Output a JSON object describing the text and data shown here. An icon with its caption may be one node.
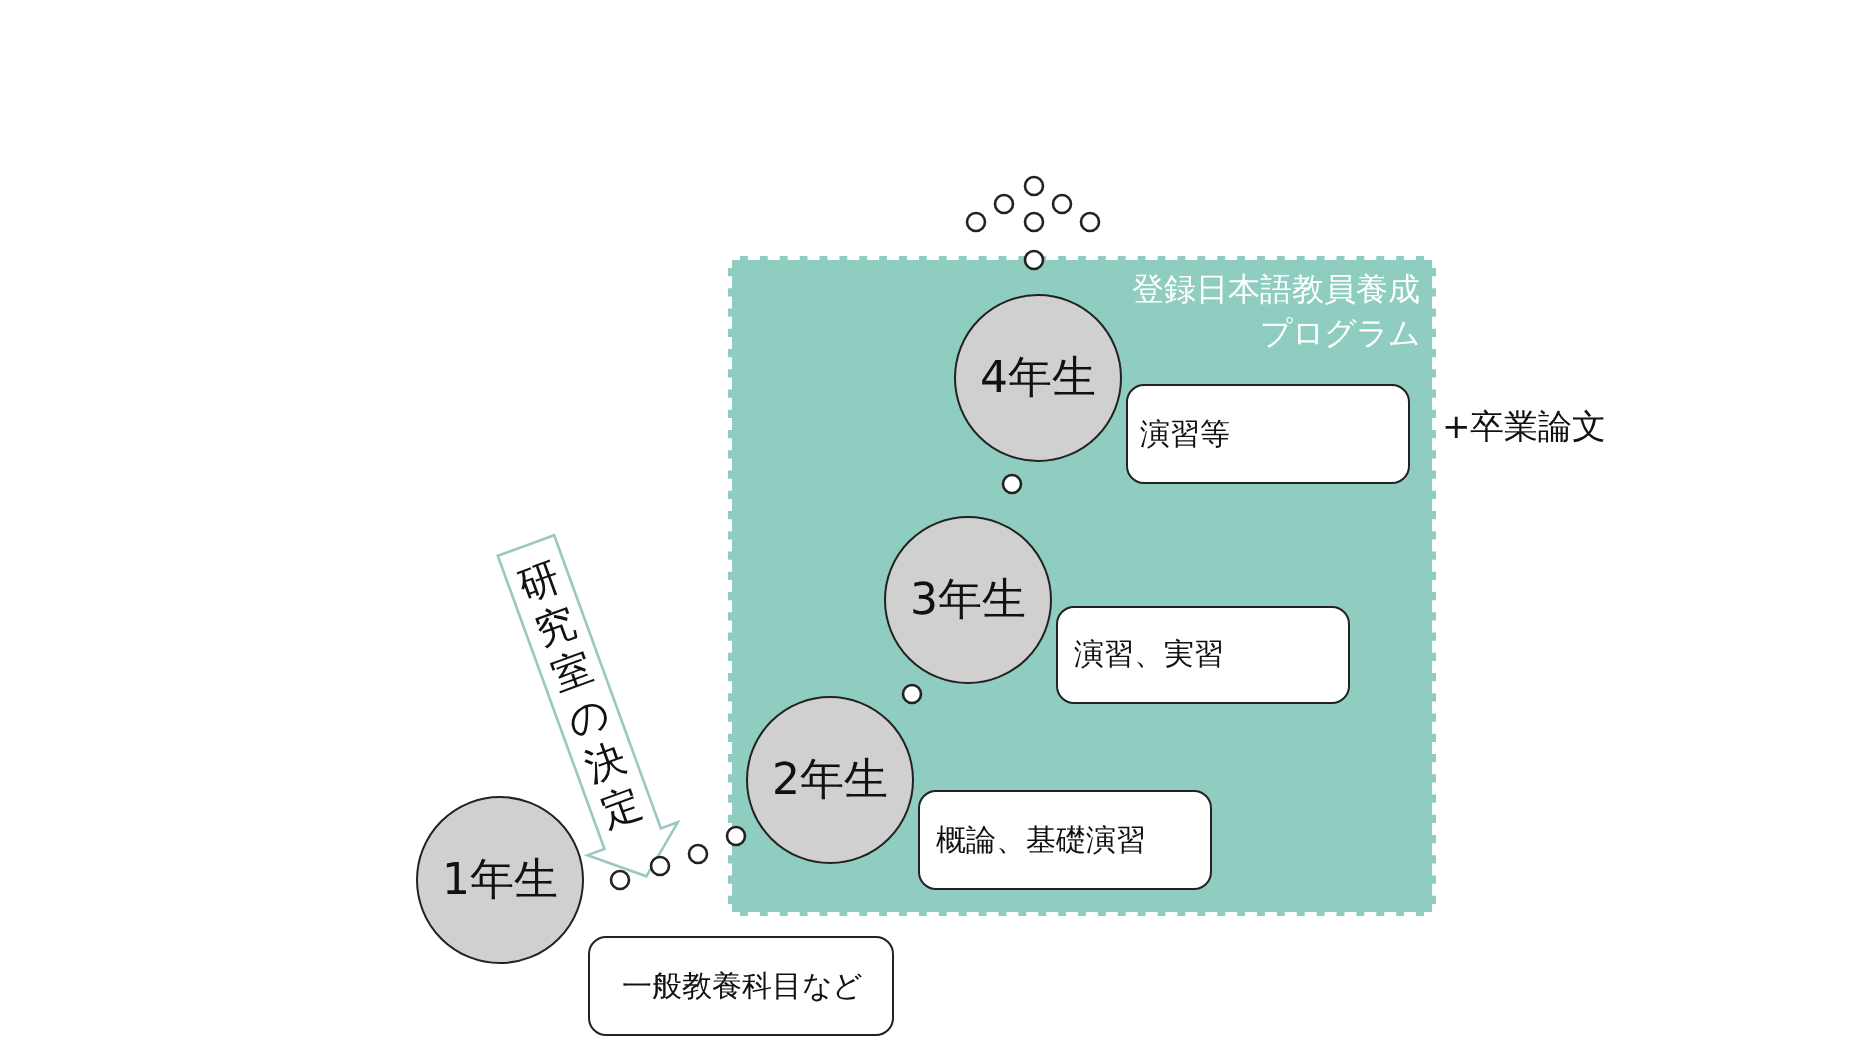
{
  "diagram": {
    "nodes": [
      {
        "text": [
          "登録日本語教員養成プログラム"
        ]
      },
      {
        "text": [
          "1年生"
        ]
      },
      {
        "text": [
          "一般教養科目など"
        ]
      },
      {
        "text": [
          "2年生"
        ],
        "in": 0
      },
      {
        "text": [
          "概論、基礎演習"
        ],
        "in": 0
      },
      {
        "text": [
          "3年生"
        ],
        "in": 0
      },
      {
        "text": [
          "演習、実習"
        ],
        "in": 0
      },
      {
        "text": [
          "4年生"
        ],
        "in": 0
      },
      {
        "text": [
          "演習等"
        ],
        "in": 0,
        "beside": [
          "+卒業論文"
        ]
      }
    ],
    "labels": [
      "研究室の決定"
    ]
  }
}
